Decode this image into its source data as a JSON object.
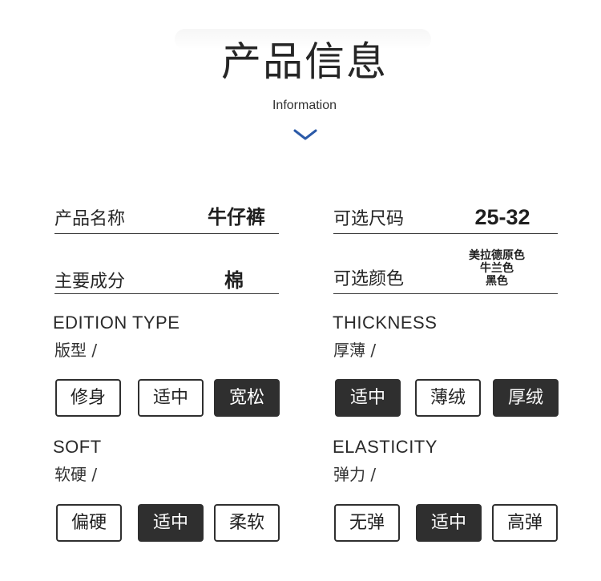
{
  "header": {
    "title": "产品信息",
    "subtitle": "Information",
    "chevron_color": "#2b5aa8"
  },
  "info": {
    "product_name": {
      "label": "产品名称",
      "value": "牛仔裤"
    },
    "sizes": {
      "label": "可选尺码",
      "value": "25-32"
    },
    "material": {
      "label": "主要成分",
      "value": "棉"
    },
    "colors": {
      "label": "可选颜色",
      "values": [
        "美拉德原色",
        "牛兰色",
        "黑色"
      ]
    }
  },
  "attributes": {
    "edition": {
      "title_en": "EDITION TYPE",
      "title_cn": "版型 /",
      "options": [
        "修身",
        "适中",
        "宽松"
      ],
      "selected": "宽松"
    },
    "thickness": {
      "title_en": "THICKNESS",
      "title_cn": "厚薄 /",
      "options": [
        "适中",
        "薄绒",
        "厚绒"
      ],
      "selected": "适中、厚绒"
    },
    "soft": {
      "title_en": "SOFT",
      "title_cn": "软硬 /",
      "options": [
        "偏硬",
        "适中",
        "柔软"
      ],
      "selected": "适中"
    },
    "elasticity": {
      "title_en": "ELASTICITY",
      "title_cn": "弹力 /",
      "options": [
        "无弹",
        "适中",
        "高弹"
      ],
      "selected": "适中"
    }
  },
  "colors": {
    "selected_bg": "#2f2f2f",
    "text": "#262626",
    "border": "#2f2f2f"
  }
}
